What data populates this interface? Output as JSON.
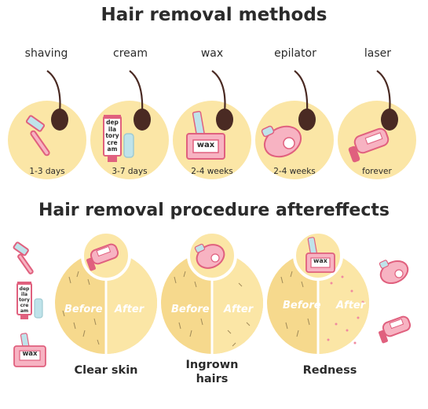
{
  "title": "Hair removal methods",
  "subtitle": "Hair removal procedure aftereffects",
  "methods": [
    {
      "label": "shaving",
      "duration": "1-3 days"
    },
    {
      "label": "cream",
      "duration": "3-7 days"
    },
    {
      "label": "wax",
      "duration": "2-4 weeks"
    },
    {
      "label": "epilator",
      "duration": "2-4 weeks"
    },
    {
      "label": "laser",
      "duration": "forever"
    }
  ],
  "cream_tube_text": [
    "dep",
    "ila",
    "tory",
    "cre",
    "am"
  ],
  "wax_label": "wax",
  "aftereffects": [
    {
      "before": "Before",
      "after": "After",
      "result": "Clear skin"
    },
    {
      "before": "Before",
      "after": "After",
      "result": "Ingrown hairs"
    },
    {
      "before": "Before",
      "after": "After",
      "result": "Redness"
    }
  ],
  "colors": {
    "circle": "#fbe6a6",
    "circle_dark": "#f6d98d",
    "pink": "#e0607e",
    "hair": "#4a2a23",
    "accent_blue": "#bfe3ea"
  }
}
